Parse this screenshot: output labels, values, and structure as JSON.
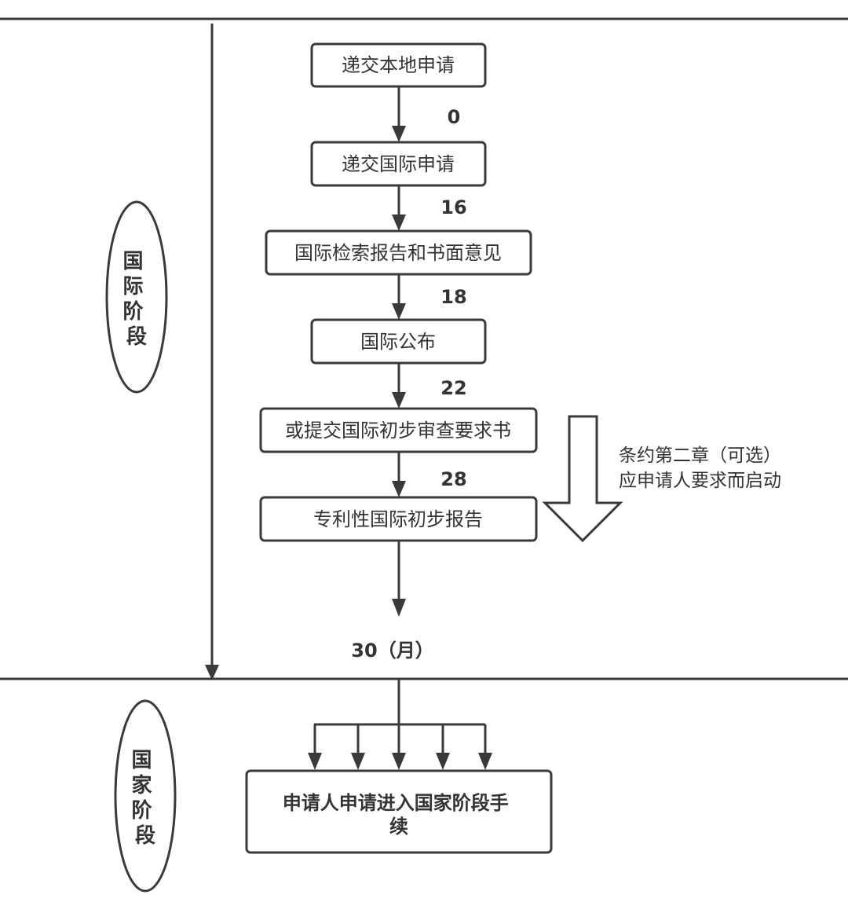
{
  "phases": {
    "international": "国际阶段",
    "national": "国家阶段"
  },
  "steps": {
    "s1": "递交本地申请",
    "s2": "递交国际申请",
    "s3": "国际检索报告和书面意见",
    "s4": "国际公布",
    "s5": "或提交国际初步审查要求书",
    "s6": "专利性国际初步报告"
  },
  "months": {
    "m0": "0",
    "m16": "16",
    "m18": "18",
    "m22": "22",
    "m28": "28",
    "m30": "30（月）"
  },
  "note": {
    "line1": "条约第二章（可选）",
    "line2": "应申请人要求而启动"
  },
  "final": {
    "line1": "申请人申请进入国家阶段手",
    "line2": "续"
  }
}
